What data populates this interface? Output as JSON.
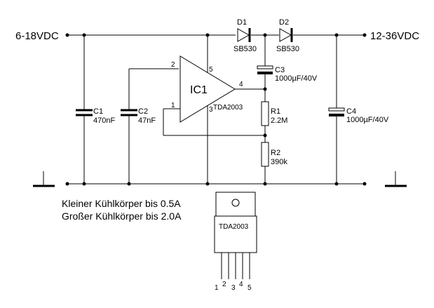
{
  "terminals": {
    "input_label": "6-18VDC",
    "output_label": "12-36VDC"
  },
  "ic": {
    "designator": "IC1",
    "part": "TDA2003",
    "pins": {
      "p1": "1",
      "p2": "2",
      "p3": "3",
      "p4": "4",
      "p5": "5"
    }
  },
  "components": {
    "c1": {
      "ref": "C1",
      "value": "470nF"
    },
    "c2": {
      "ref": "C2",
      "value": "47nF"
    },
    "c3": {
      "ref": "C3",
      "value": "1000µF/40V"
    },
    "c4": {
      "ref": "C4",
      "value": "1000µF/40V"
    },
    "r1": {
      "ref": "R1",
      "value": "2.2M"
    },
    "r2": {
      "ref": "R2",
      "value": "390k"
    },
    "d1": {
      "ref": "D1",
      "value": "SB530"
    },
    "d2": {
      "ref": "D2",
      "value": "SB530"
    }
  },
  "notes": {
    "line1": "Kleiner Kühlkörper bis 0.5A",
    "line2": "Großer Kühlkörper bis 2.0A"
  },
  "package": {
    "label": "TDA2003",
    "pins": [
      "1",
      "2",
      "3",
      "4",
      "5"
    ]
  }
}
